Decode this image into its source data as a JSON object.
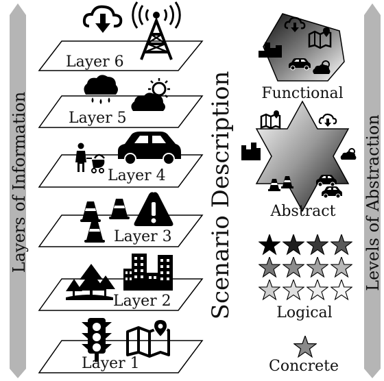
{
  "left_bar": {
    "label": "Layers of Information"
  },
  "right_bar": {
    "label": "Levels of Abstraction"
  },
  "center": {
    "label": "Scenario Description"
  },
  "layers": [
    {
      "label": "Layer 6",
      "icons": [
        "cloud-download-icon",
        "radio-tower-icon"
      ]
    },
    {
      "label": "Layer 5",
      "icons": [
        "rain-cloud-icon",
        "sun-cloud-icon"
      ]
    },
    {
      "label": "Layer 4",
      "icons": [
        "pedestrian-stroller-icon",
        "car-icon"
      ]
    },
    {
      "label": "Layer 3",
      "icons": [
        "traffic-cone-icon",
        "warning-sign-icon"
      ]
    },
    {
      "label": "Layer 2",
      "icons": [
        "trees-icon",
        "buildings-icon"
      ]
    },
    {
      "label": "Layer 1",
      "icons": [
        "traffic-light-icon",
        "map-pin-icon"
      ]
    }
  ],
  "levels": [
    {
      "label": "Functional",
      "shape": "pentagon"
    },
    {
      "label": "Abstract",
      "shape": "hexagram"
    },
    {
      "label": "Logical",
      "shape": "star-grid"
    },
    {
      "label": "Concrete",
      "shape": "single-star"
    }
  ],
  "colors": {
    "bar": "#b5b5b5",
    "ink": "#000000",
    "gradient_light": "#ffffff",
    "gradient_dark": "#1a1a1a"
  }
}
